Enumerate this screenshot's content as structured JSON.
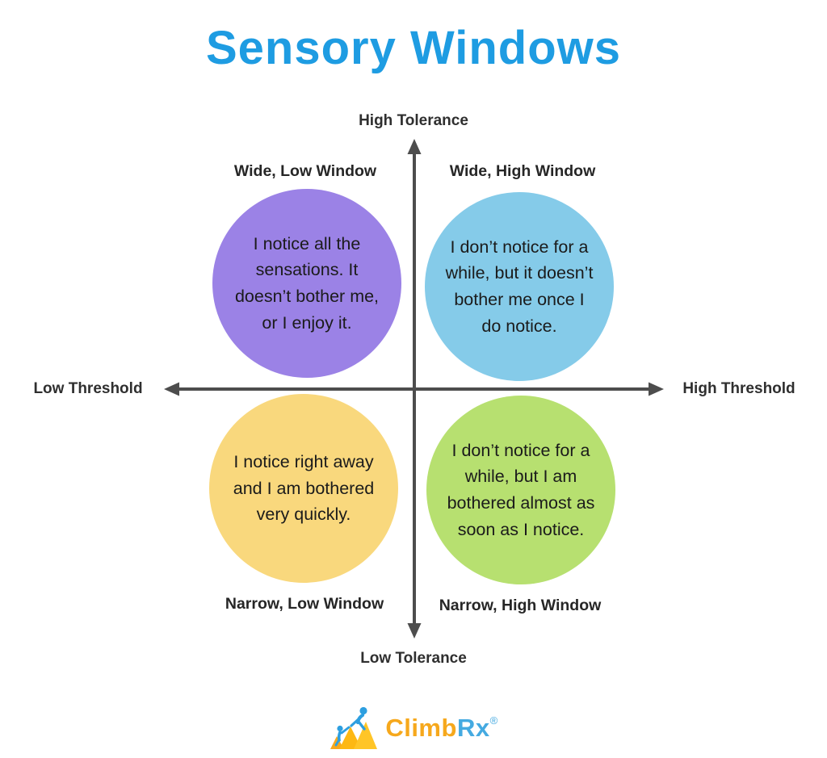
{
  "title": "Sensory Windows",
  "axes": {
    "top_label": "High Tolerance",
    "bottom_label": "Low Tolerance",
    "left_label": "Low Threshold",
    "right_label": "High Threshold"
  },
  "quadrants": {
    "wide_low": {
      "label": "Wide, Low Window",
      "text": "I notice all the sensations. It doesn’t bother me, or I enjoy it.",
      "color": "#9b82e6"
    },
    "wide_high": {
      "label": "Wide, High Window",
      "text": "I don’t notice for a while, but it doesn’t bother me once I do notice.",
      "color": "#85cbe9"
    },
    "narrow_low": {
      "label": "Narrow, Low Window",
      "text": "I notice right away and I am bothered very quickly.",
      "color": "#f9d87d"
    },
    "narrow_high": {
      "label": "Narrow, High Window",
      "text": "I don’t notice for a while, but I am bothered almost as soon as I notice.",
      "color": "#b7e070"
    }
  },
  "logo": {
    "brand_primary": "Climb",
    "brand_secondary": "Rx",
    "registered_mark": "®",
    "icon": "climbrx-mountain-climbers-icon"
  },
  "colors": {
    "title": "#1e9ce2",
    "axis_line": "#4d4d4d",
    "quadrant_label": "#262626",
    "bubble_text": "#1b1b1b",
    "logo_orange": "#f6a81c",
    "logo_blue": "#45aae1",
    "background": "#ffffff"
  }
}
